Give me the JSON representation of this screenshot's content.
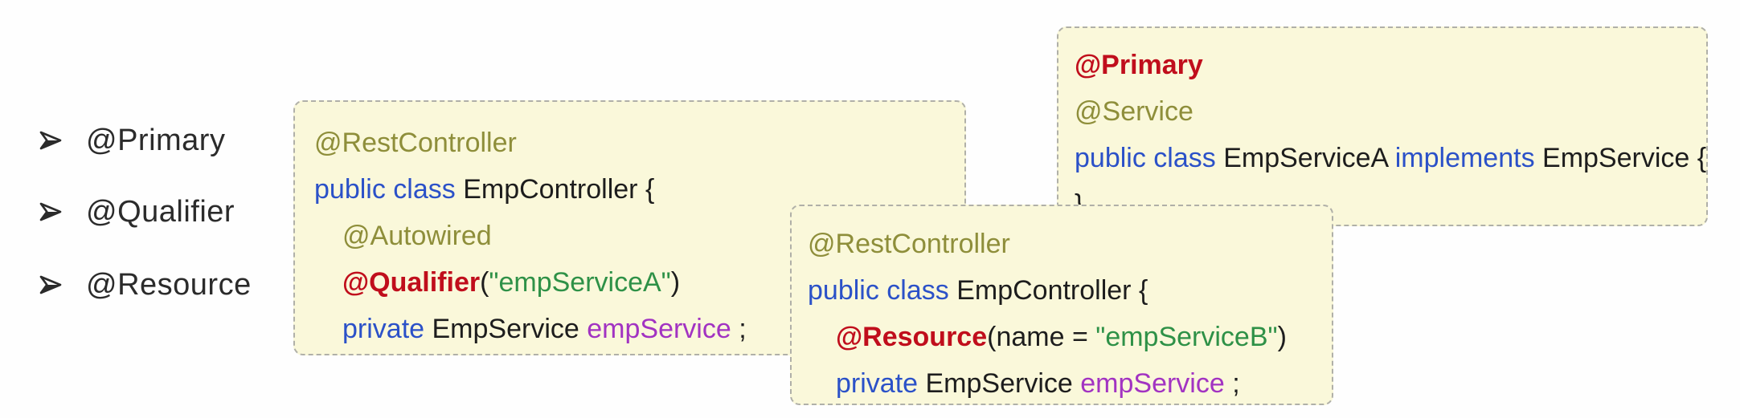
{
  "colors": {
    "list_text": "#2b2b2b",
    "box_background": "#faf8da",
    "box_border": "#b0b0a8",
    "code_default": "#1d1d1d",
    "annotation_olive": "#8e8e3a",
    "annotation_red": "#c00e1c",
    "keyword_blue": "#2b51c8",
    "string_green": "#2e9147",
    "field_purple": "#a233c2"
  },
  "bullet_list": {
    "bullet_glyph": "➢",
    "items": [
      {
        "label": "@Primary"
      },
      {
        "label": "@Qualifier"
      },
      {
        "label": "@Resource"
      }
    ]
  },
  "code_boxes": [
    {
      "id": "qualifier-example",
      "lines": [
        {
          "indent": 0,
          "tokens": [
            {
              "style": "annotation",
              "text": "@RestController"
            }
          ]
        },
        {
          "indent": 0,
          "tokens": [
            {
              "style": "keyword",
              "text": "public class"
            },
            {
              "style": "plain",
              "text": " EmpController {"
            }
          ]
        },
        {
          "indent": 1,
          "tokens": [
            {
              "style": "annotation",
              "text": "@Autowired"
            }
          ]
        },
        {
          "indent": 1,
          "tokens": [
            {
              "style": "annotation_red",
              "text": "@Qualifier"
            },
            {
              "style": "plain",
              "text": "("
            },
            {
              "style": "string",
              "text": "\"empServiceA\""
            },
            {
              "style": "plain",
              "text": ")"
            }
          ]
        },
        {
          "indent": 1,
          "tokens": [
            {
              "style": "keyword",
              "text": "private"
            },
            {
              "style": "plain",
              "text": " EmpService "
            },
            {
              "style": "field",
              "text": "empService"
            },
            {
              "style": "plain",
              "text": " ;"
            }
          ]
        }
      ]
    },
    {
      "id": "resource-example",
      "lines": [
        {
          "indent": 0,
          "tokens": [
            {
              "style": "annotation",
              "text": "@RestController"
            }
          ]
        },
        {
          "indent": 0,
          "tokens": [
            {
              "style": "keyword",
              "text": "public class"
            },
            {
              "style": "plain",
              "text": " EmpController {"
            }
          ]
        },
        {
          "indent": 1,
          "tokens": [
            {
              "style": "annotation_red",
              "text": "@Resource"
            },
            {
              "style": "plain",
              "text": "(name = "
            },
            {
              "style": "string",
              "text": "\"empServiceB\""
            },
            {
              "style": "plain",
              "text": ")"
            }
          ]
        },
        {
          "indent": 1,
          "tokens": [
            {
              "style": "keyword",
              "text": "private"
            },
            {
              "style": "plain",
              "text": " EmpService "
            },
            {
              "style": "field",
              "text": "empService"
            },
            {
              "style": "plain",
              "text": " ;"
            }
          ]
        }
      ]
    },
    {
      "id": "primary-service-example",
      "lines": [
        {
          "indent": 0,
          "tokens": [
            {
              "style": "annotation_red",
              "text": "@Primary"
            }
          ]
        },
        {
          "indent": 0,
          "tokens": [
            {
              "style": "annotation",
              "text": "@Service"
            }
          ]
        },
        {
          "indent": 0,
          "tokens": [
            {
              "style": "keyword",
              "text": "public class"
            },
            {
              "style": "plain",
              "text": " EmpServiceA "
            },
            {
              "style": "keyword",
              "text": "implements"
            },
            {
              "style": "plain",
              "text": " EmpService {"
            }
          ]
        },
        {
          "indent": 0,
          "tokens": [
            {
              "style": "plain",
              "text": "}"
            }
          ]
        }
      ]
    }
  ]
}
